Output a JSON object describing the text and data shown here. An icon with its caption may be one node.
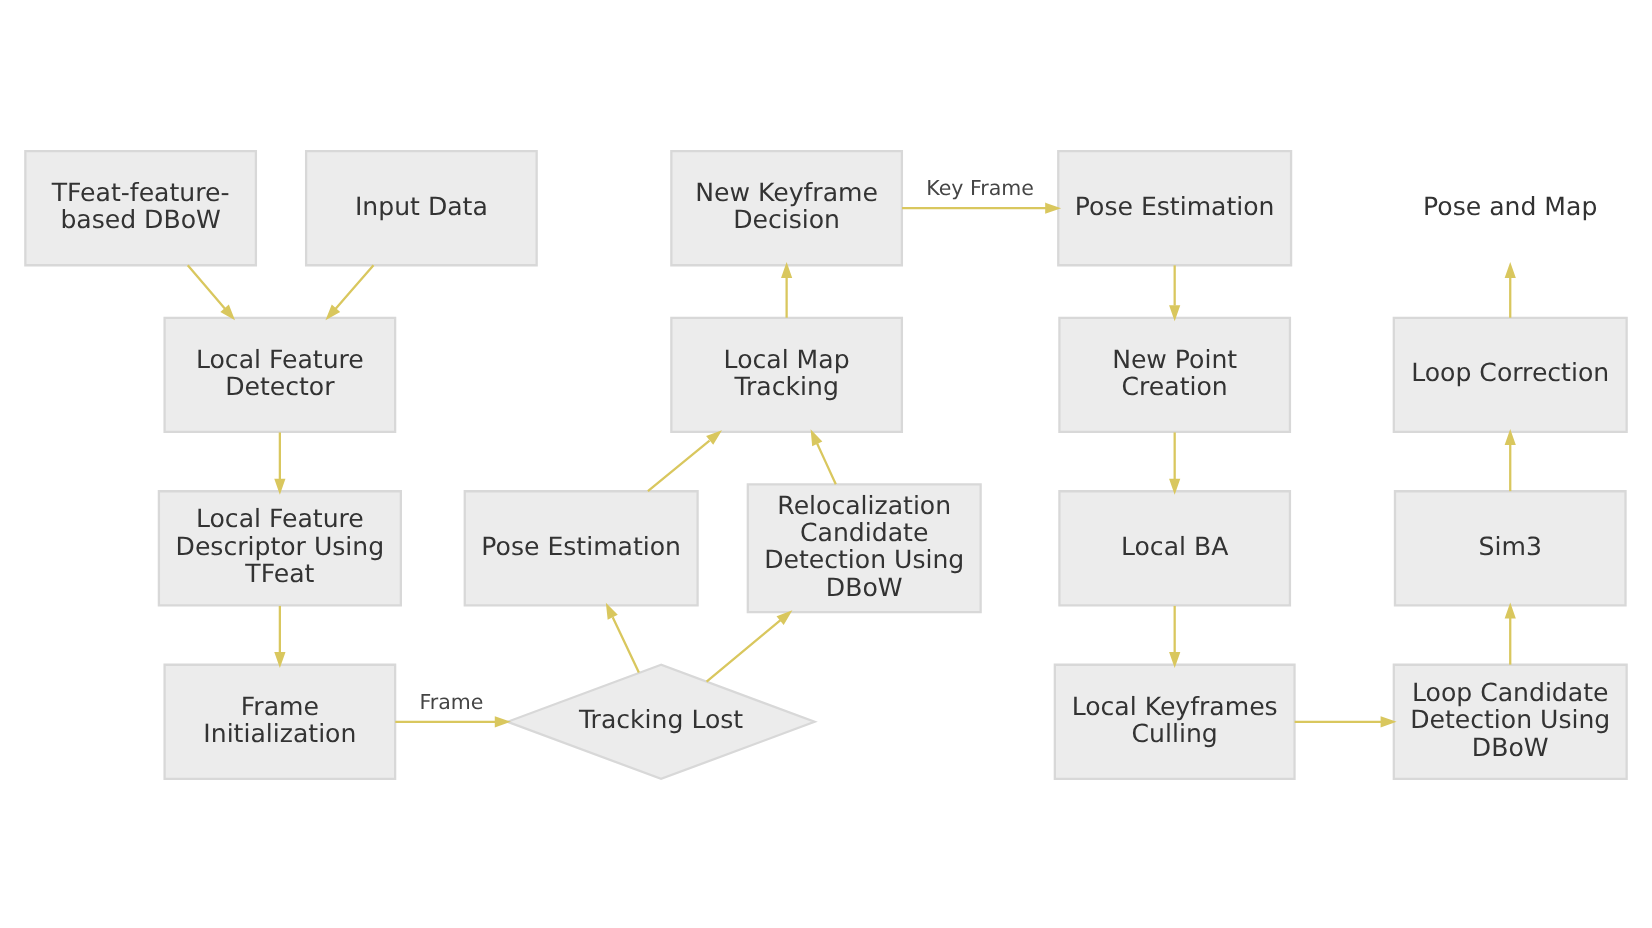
{
  "diagram": {
    "nodes": [
      {
        "text": [
          "TFeat-feature-based DBoW"
        ]
      },
      {
        "text": [
          "Input Data"
        ]
      },
      {
        "text": [
          "Local Feature Detector"
        ]
      },
      {
        "text": [
          "Local Feature Descriptor Using TFeat"
        ]
      },
      {
        "text": [
          "Frame Initialization"
        ]
      },
      {
        "text": [
          "New Keyframe Decision"
        ]
      },
      {
        "text": [
          "Local Map Tracking"
        ]
      },
      {
        "text": [
          "Pose Estimation"
        ]
      },
      {
        "text": [
          "Relocalization Candidate Detection Using DBoW"
        ]
      },
      {
        "text": [
          "Tracking Lost"
        ]
      },
      {
        "text": [
          "Pose Estimation"
        ]
      },
      {
        "text": [
          "New Point Creation"
        ]
      },
      {
        "text": [
          "Local BA"
        ]
      },
      {
        "text": [
          "Local Keyframes Culling"
        ]
      },
      {
        "text": [
          "Pose and Map"
        ]
      },
      {
        "text": [
          "Loop Correction"
        ]
      },
      {
        "text": [
          "Sim3"
        ]
      },
      {
        "text": [
          "Loop Candidate Detection Using DBoW"
        ]
      }
    ],
    "edges": [
      {
        "from": 0,
        "to": 2,
        "arrow": "to"
      },
      {
        "from": 1,
        "to": 2,
        "arrow": "to"
      },
      {
        "from": 2,
        "to": 3,
        "arrow": "to"
      },
      {
        "from": 3,
        "to": 4,
        "arrow": "to"
      },
      {
        "from": 4,
        "to": 9,
        "arrow": "to",
        "label": "Frame"
      },
      {
        "from": 9,
        "to": 10,
        "arrow": "to"
      },
      {
        "from": 9,
        "to": 8,
        "arrow": "to"
      },
      {
        "from": 10,
        "to": 6,
        "arrow": "to"
      },
      {
        "from": 8,
        "to": 6,
        "arrow": "to"
      },
      {
        "from": 6,
        "to": 5,
        "arrow": "to"
      },
      {
        "from": 5,
        "to": 7,
        "arrow": "to",
        "label": "Key Frame"
      },
      {
        "from": 7,
        "to": 11,
        "arrow": "to"
      },
      {
        "from": 11,
        "to": 12,
        "arrow": "to"
      },
      {
        "from": 12,
        "to": 13,
        "arrow": "to"
      },
      {
        "from": 13,
        "to": 17,
        "arrow": "to"
      },
      {
        "from": 17,
        "to": 16,
        "arrow": "to"
      },
      {
        "from": 16,
        "to": 15,
        "arrow": "to"
      },
      {
        "from": 15,
        "to": 14,
        "arrow": "to"
      }
    ]
  }
}
